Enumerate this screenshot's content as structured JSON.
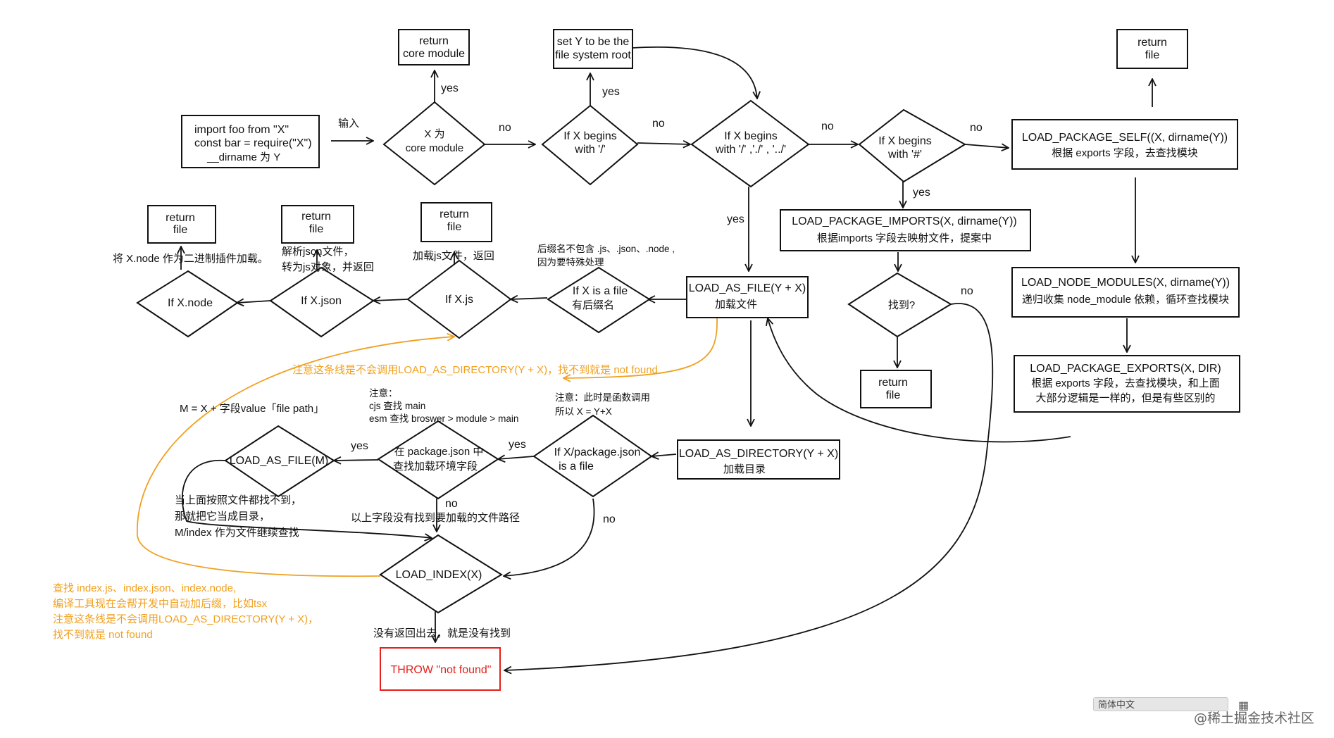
{
  "start": {
    "lines": [
      "import foo from \"X\"",
      "const bar = require(\"X\")",
      "__dirname 为 Y"
    ]
  },
  "edge_labels": {
    "input": "输入",
    "yes": "yes",
    "no": "no"
  },
  "nodes": {
    "core_q": [
      "X 为",
      "core module"
    ],
    "return_core": [
      "return",
      "core module"
    ],
    "slash_q": [
      "If X begins",
      "with '/'"
    ],
    "set_root": [
      "set Y to be the",
      "file system root"
    ],
    "dot_q": [
      "If X begins",
      "with '/' ,'./' , '../'"
    ],
    "hash_q": [
      "If X begins",
      "with '#'"
    ],
    "self": [
      "LOAD_PACKAGE_SELF((X, dirname(Y))",
      "根据 exports 字段，去查找模块"
    ],
    "return_file_top": [
      "return",
      "file"
    ],
    "imports": [
      "LOAD_PACKAGE_IMPORTS(X, dirname(Y))",
      "根据imports 字段去映射文件，提案中"
    ],
    "found_q": [
      "找到?"
    ],
    "return_file_found": [
      "return",
      "file"
    ],
    "node_modules": [
      "LOAD_NODE_MODULES(X, dirname(Y))",
      "递归收集 node_module 依赖，循环查找模块"
    ],
    "exports": [
      "LOAD_PACKAGE_EXPORTS(X, DIR)",
      "根据 exports 字段，去查找模块，和上面",
      "大部分逻辑是一样的，但是有些区别的"
    ],
    "as_file": [
      "LOAD_AS_FILE(Y + X)",
      "加载文件"
    ],
    "ext_q": [
      "If X is a file",
      "有后缀名"
    ],
    "js_q": [
      "If X.js"
    ],
    "json_q": [
      "If X.json"
    ],
    "node_q": [
      "If X.node"
    ],
    "ret_js": [
      "return",
      "file"
    ],
    "ret_json": [
      "return",
      "file"
    ],
    "ret_node": [
      "return",
      "file"
    ],
    "as_dir": [
      "LOAD_AS_DIRECTORY(Y + X)",
      "加载目录"
    ],
    "pkg_q": [
      "If X/package.json",
      "is a file"
    ],
    "field_q": [
      "在 package.json 中",
      "查找加载环境字段"
    ],
    "as_file_m": [
      "LOAD_AS_FILE(M)"
    ],
    "load_index": [
      "LOAD_INDEX(X)"
    ],
    "throw": [
      "THROW \"not found\""
    ]
  },
  "notes": {
    "ext_note": [
      "后缀名不包含 .js、.json、.node ,",
      "因为要特殊处理"
    ],
    "js_note": [
      "加载js文件，返回"
    ],
    "json_note": [
      "解析json文件，",
      "转为js对象，并返回"
    ],
    "node_note": [
      "将 X.node 作为二进制插件加载。"
    ],
    "m_note": [
      "M = X + 字段value「file path」"
    ],
    "field_note": [
      "注意：",
      "cjs 查找 main",
      "esm 查找 broswer > module > main"
    ],
    "func_note": [
      "注意：此时是函数调用",
      "所以  X = Y+X"
    ],
    "dir_note": [
      "当上面按照文件都找不到，",
      "那就把它当成目录，",
      "M/index 作为文件继续查找"
    ],
    "no_field_note": [
      "以上字段没有找到要加载的文件路径"
    ],
    "no_return_note": [
      "没有返回出去，就是没有找到"
    ],
    "orange_top": [
      "注意这条线是不会调用LOAD_AS_DIRECTORY(Y + X)，找不到就是 not found"
    ],
    "orange_bottom": [
      "查找 index.js、index.json、index.node,",
      "编译工具现在会帮开发中自动加后缀，比如tsx",
      "注意这条线是不会调用LOAD_AS_DIRECTORY(Y + X)，",
      "找不到就是 not found"
    ]
  },
  "footer": {
    "watermark": "@稀土掘金技术社区",
    "corner_bar": "简体中文"
  },
  "colors": {
    "ink": "#111111",
    "orange": "#f0a020",
    "red": "#e3201b"
  }
}
